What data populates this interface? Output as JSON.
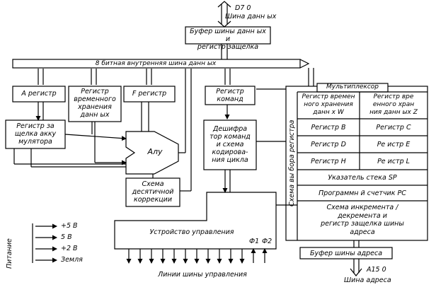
{
  "data_bus": {
    "signal": "D7 0",
    "label": "Шина данн ых"
  },
  "buffer": {
    "label": "Буфер шины данн ых и\nрегистр защелка"
  },
  "internal_bus": {
    "label": "8 битная внутренняя шина данн ых"
  },
  "blocks": {
    "a_register": "А регистр",
    "temp_register": "Регистр\nвременного\nхранения\nданн ых",
    "f_register": "F регистр",
    "accum_latch": "Регистр за\nщелка акку\nмулятора",
    "alu": "Алу",
    "decimal_corr": "Схема\nдесятичной\nкоррекции",
    "instr_register": "Регистр\nкоманд",
    "decoder": "Дешифра\nтор команд\nи схема\nкодирова-\nния цикла",
    "control_unit": "Устройство управления",
    "phi1": "Ф1",
    "phi2": "Ф2"
  },
  "register_file": {
    "mux": "Мультиплексор",
    "select_scheme": "Схема вы бора регистра",
    "w_header": "Регистр времен\nного хранения\nданн х W",
    "z_header": "Регистр вре\nенного хран\nния данн ых Z",
    "b": "Регистр В",
    "c": "Регистр С",
    "d": "Регистр D",
    "e": "Ре истр Е",
    "h": "Регистр Н",
    "l": "Ре истр L",
    "sp": "Указатель стека SP",
    "pc": "Программн й счетчик PC",
    "incdec": "Схема инкремента /\nдекремента и\nрегистр защелка шины\nадреса"
  },
  "address": {
    "buffer": "Буфер шины адреса",
    "signal": "A15 0",
    "label": "Шина адреса"
  },
  "power": {
    "title": "Питание",
    "items": [
      "+5 В",
      "5 В",
      "+2 В",
      "Земля"
    ]
  },
  "control_lines": {
    "label": "Линии шины управления"
  }
}
